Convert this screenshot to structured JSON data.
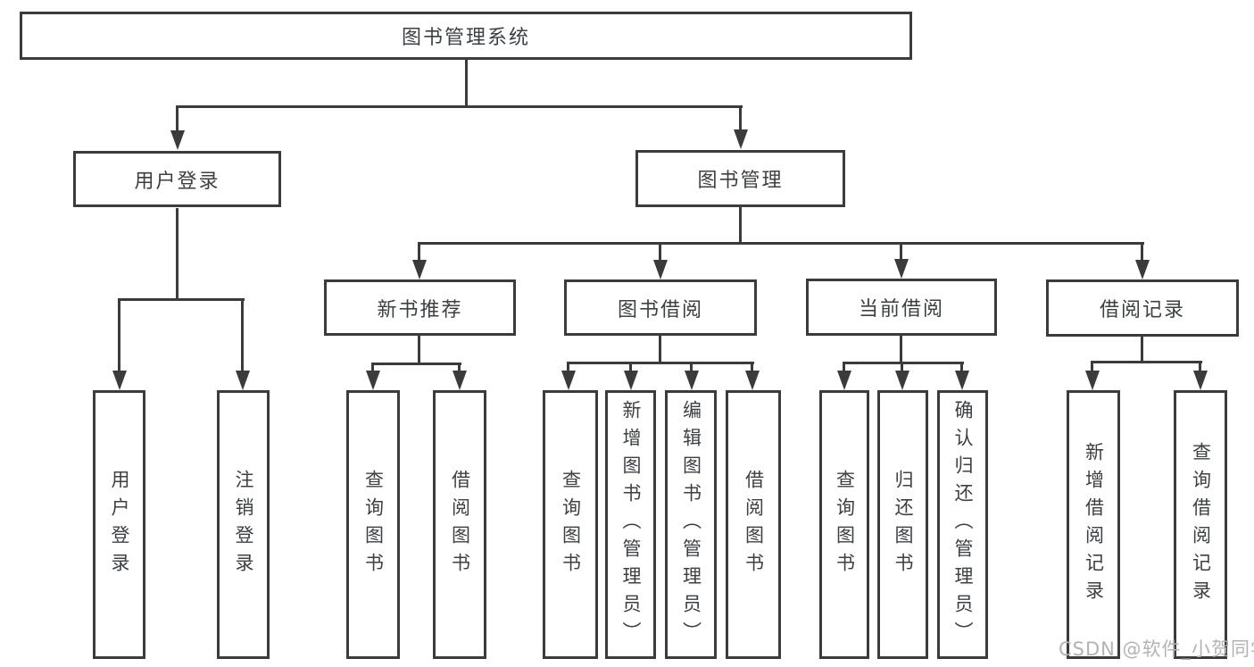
{
  "diagram": {
    "title": "图书管理系统",
    "watermark": "CSDN @软件_小贺同学",
    "colors": {
      "line": "#3b3b3b",
      "text": "#3c4043",
      "box_bg": "#ffffff",
      "watermark": "#b3b3b3"
    },
    "nodes": [
      {
        "id": "root",
        "label": "图书管理系统",
        "parent": null,
        "orientation": "horizontal"
      },
      {
        "id": "user-login",
        "label": "用户登录",
        "parent": "root",
        "orientation": "horizontal"
      },
      {
        "id": "book-mgmt",
        "label": "图书管理",
        "parent": "root",
        "orientation": "horizontal"
      },
      {
        "id": "user-login-action",
        "label": "用户登录",
        "parent": "user-login",
        "orientation": "vertical"
      },
      {
        "id": "logout-action",
        "label": "注销登录",
        "parent": "user-login",
        "orientation": "vertical"
      },
      {
        "id": "new-book-rec",
        "label": "新书推荐",
        "parent": "book-mgmt",
        "orientation": "horizontal"
      },
      {
        "id": "book-borrow",
        "label": "图书借阅",
        "parent": "book-mgmt",
        "orientation": "horizontal"
      },
      {
        "id": "current-borrow",
        "label": "当前借阅",
        "parent": "book-mgmt",
        "orientation": "horizontal"
      },
      {
        "id": "borrow-record",
        "label": "借阅记录",
        "parent": "book-mgmt",
        "orientation": "horizontal"
      },
      {
        "id": "rec-query-book",
        "label": "查询图书",
        "parent": "new-book-rec",
        "orientation": "vertical"
      },
      {
        "id": "rec-borrow-book",
        "label": "借阅图书",
        "parent": "new-book-rec",
        "orientation": "vertical"
      },
      {
        "id": "bb-query-book",
        "label": "查询图书",
        "parent": "book-borrow",
        "orientation": "vertical"
      },
      {
        "id": "bb-add-book",
        "label": "新增图书（管理员）",
        "parent": "book-borrow",
        "orientation": "vertical"
      },
      {
        "id": "bb-edit-book",
        "label": "编辑图书（管理员）",
        "parent": "book-borrow",
        "orientation": "vertical"
      },
      {
        "id": "bb-borrow-book",
        "label": "借阅图书",
        "parent": "book-borrow",
        "orientation": "vertical"
      },
      {
        "id": "cb-query-book",
        "label": "查询图书",
        "parent": "current-borrow",
        "orientation": "vertical"
      },
      {
        "id": "cb-return-book",
        "label": "归还图书",
        "parent": "current-borrow",
        "orientation": "vertical"
      },
      {
        "id": "cb-confirm-return",
        "label": "确认归还（管理员）",
        "parent": "current-borrow",
        "orientation": "vertical"
      },
      {
        "id": "br-add-record",
        "label": "新增借阅记录",
        "parent": "borrow-record",
        "orientation": "vertical"
      },
      {
        "id": "br-query-record",
        "label": "查询借阅记录",
        "parent": "borrow-record",
        "orientation": "vertical"
      }
    ]
  }
}
